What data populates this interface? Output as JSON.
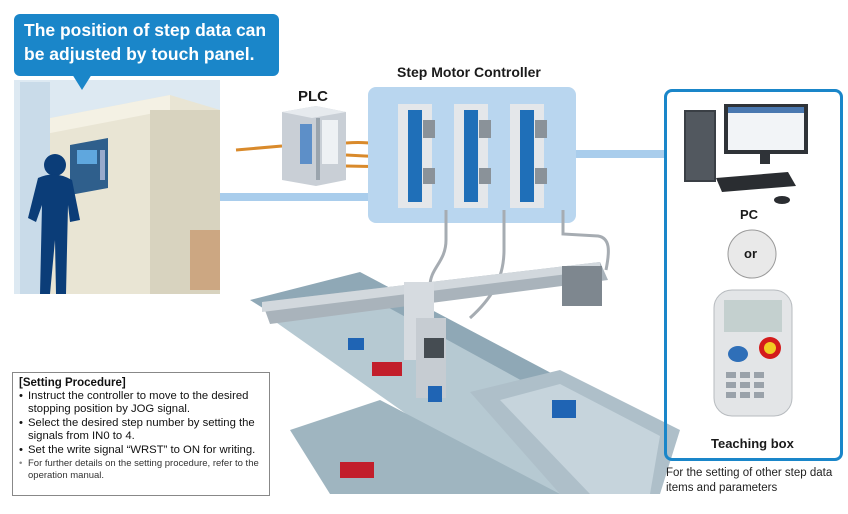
{
  "callout": {
    "text": "The position of step data can be adjusted by touch panel."
  },
  "labels": {
    "plc": "PLC",
    "step_motor_controller": "Step Motor Controller",
    "pc": "PC",
    "or": "or",
    "teaching_box": "Teaching box"
  },
  "right_note": "For the setting of other step data items and parameters",
  "procedure": {
    "title": "[Setting Procedure]",
    "steps": [
      "Instruct the controller to move to the desired stopping position by JOG signal.",
      "Select the desired step number by setting the signals from IN0 to 4.",
      "Set the write signal “WRST” to ON for writing."
    ],
    "note": "For further details on the setting procedure, refer to the operation manual."
  },
  "colors": {
    "accent_blue": "#1a86c9",
    "controller_panel": "#b9d6ef",
    "link_line": "#a9cdec",
    "cable_orange": "#d98a2b",
    "block_blue": "#1f64b4",
    "block_red": "#c21e2b"
  }
}
